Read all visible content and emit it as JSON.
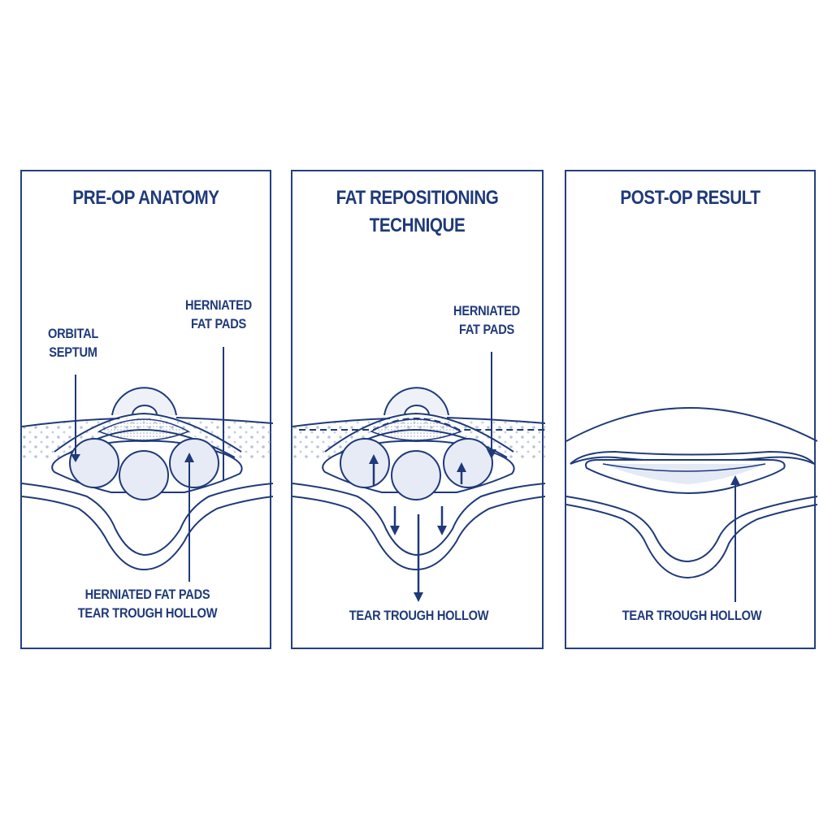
{
  "colors": {
    "line": "#1f3a7a",
    "fill_light": "#dfe6f2",
    "background": "#ffffff"
  },
  "panels": [
    {
      "title": "PRE-OP ANATOMY",
      "labels": {
        "orbital_septum_line1": "ORBITAL",
        "orbital_septum_line2": "SEPTUM",
        "herniated_line1": "HERNIATED",
        "herniated_line2": "FAT PADS",
        "bottom_line1": "HERNIATED FAT PADS",
        "bottom_line2": "TEAR TROUGH HOLLOW"
      }
    },
    {
      "title_line1": "FAT REPOSITIONING",
      "title_line2": "TECHNIQUE",
      "labels": {
        "herniated_line1": "HERNIATED",
        "herniated_line2": "FAT PADS",
        "bottom": "TEAR TROUGH HOLLOW"
      }
    },
    {
      "title": "POST-OP RESULT",
      "labels": {
        "bottom": "TEAR TROUGH HOLLOW"
      }
    }
  ]
}
